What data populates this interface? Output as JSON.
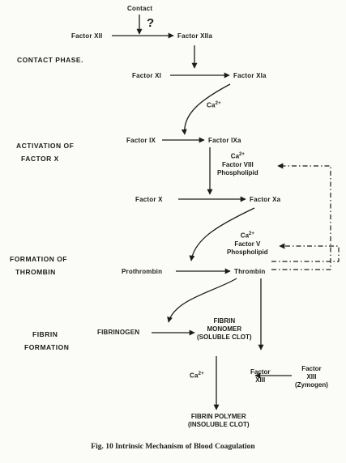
{
  "diagram": {
    "top": {
      "contact": "Contact",
      "question": "?"
    },
    "phases": {
      "contact": [
        "CONTACT PHASE."
      ],
      "activation": [
        "ACTIVATION OF",
        "FACTOR X"
      ],
      "thrombin": [
        "FORMATION OF",
        "THROMBIN"
      ],
      "fibrin": [
        "FIBRIN",
        "FORMATION"
      ]
    },
    "nodes": {
      "factor_xii": "Factor XII",
      "factor_xiia": "Factor XIIa",
      "factor_xi": "Factor XI",
      "factor_xia": "Factor XIa",
      "factor_ix": "Factor IX",
      "factor_ixa": "Factor IXa",
      "factor_x": "Factor X",
      "factor_xa": "Factor Xa",
      "prothrombin": "Prothrombin",
      "thrombin": "Thrombin",
      "fibrinogen": "FIBRINOGEN",
      "fibrin_monomer": [
        "FIBRIN",
        "MONOMER",
        "(SOLUBLE CLOT)"
      ],
      "factor_xiii_active": [
        "Factor",
        "XIII"
      ],
      "factor_xiii_zymogen": [
        "Factor",
        "XIII",
        "(Zymogen)"
      ],
      "fibrin_polymer": [
        "FIBRIN POLYMER",
        "(INSOLUBLE CLOT)"
      ]
    },
    "cofactors": {
      "ca_xia": "Ca",
      "ca_ixa": "Ca",
      "ca_xa": "Ca",
      "ca_fibrin": "Ca",
      "ca_superscript": "2+",
      "ixa_cofactors": [
        "Factor VIII",
        "Phospholipid"
      ],
      "xa_cofactors": [
        "Factor V",
        "Phospholipid"
      ]
    },
    "caption": "Fig. 10  Intrinsic Mechanism of Blood Coagulation"
  }
}
